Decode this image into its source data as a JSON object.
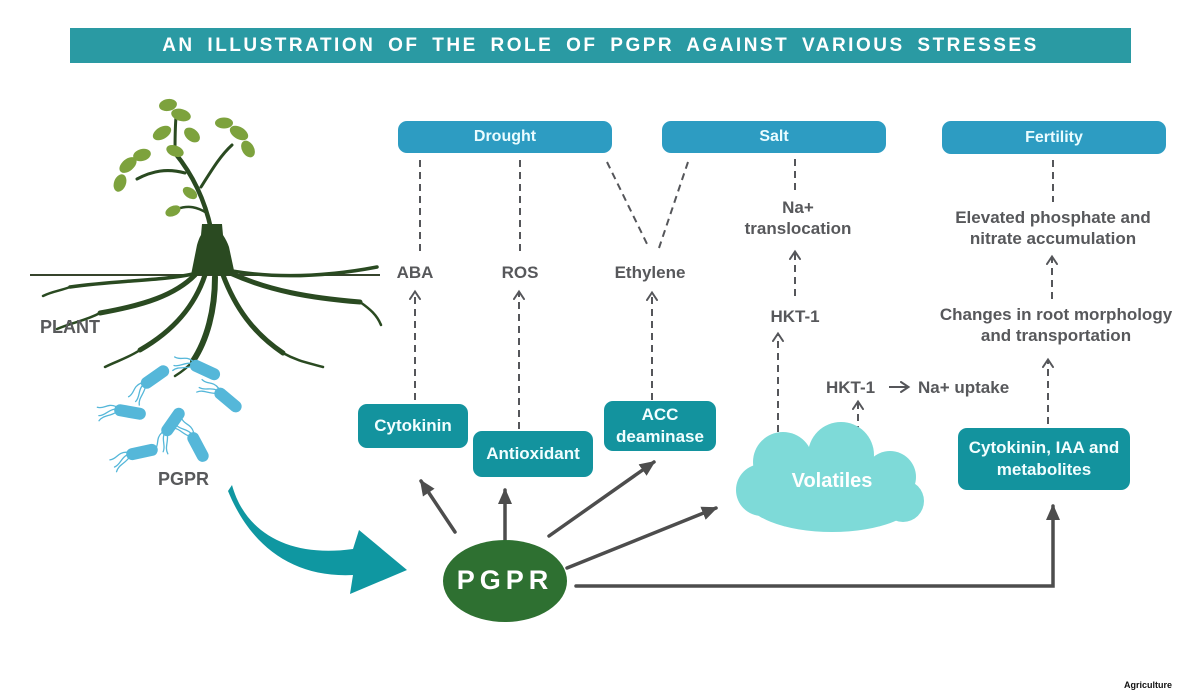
{
  "title": "AN ILLUSTRATION OF THE ROLE OF PGPR AGAINST VARIOUS STRESSES",
  "watermark": "Agriculture",
  "organisms": {
    "plant_label": "PLANT",
    "bacteria_label": "PGPR"
  },
  "hub_label": "PGPR",
  "stresses": {
    "drought": "Drought",
    "salt": "Salt",
    "fertility": "Fertility"
  },
  "mediators": {
    "aba": "ABA",
    "ros": "ROS",
    "ethylene": "Ethylene",
    "na_translocation": "Na+ translocation",
    "hkt1": "HKT-1",
    "hkt1_source": "HKT-1",
    "na_uptake": "Na+ uptake",
    "elevated_phosphate": "Elevated phosphate and nitrate accumulation",
    "root_changes": "Changes in root morphology and transportation"
  },
  "mechanisms": {
    "cytokinin": "Cytokinin",
    "antioxidant": "Antioxidant",
    "acc_deaminase": "ACC deaminase",
    "volatiles": "Volatiles",
    "cytokinin_iaa": "Cytokinin, IAA and metabolites"
  },
  "colors": {
    "banner": "#2a9aa3",
    "stress_box": "#2d9cc2",
    "mechanism_box": "#13939e",
    "cloud": "#7edad8",
    "hub_ellipse": "#2e7031",
    "accent_arrow": "#0f97a1",
    "label_text": "#57585b",
    "connector": "#4d4d4d"
  }
}
